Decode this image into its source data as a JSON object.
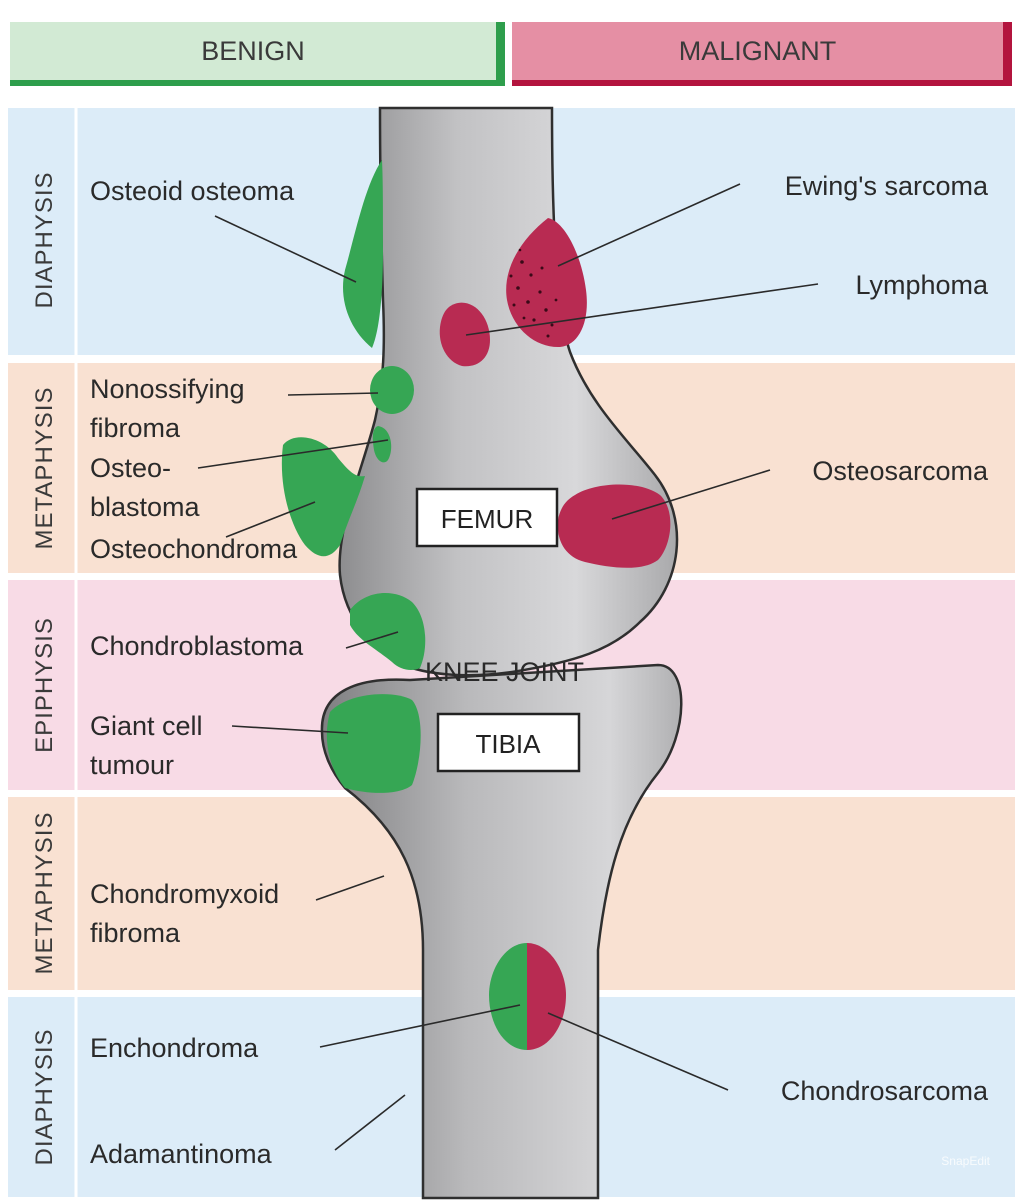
{
  "header": {
    "benign": "BENIGN",
    "malignant": "MALIGNANT"
  },
  "zones": [
    {
      "label": "DIAPHYSIS",
      "color": "#dcecf8"
    },
    {
      "label": "METAPHYSIS",
      "color": "#f9e1d2"
    },
    {
      "label": "EPIPHYSIS",
      "color": "#f8dbe6"
    },
    {
      "label": "METAPHYSIS",
      "color": "#f9e1d2"
    },
    {
      "label": "DIAPHYSIS",
      "color": "#dcecf8"
    }
  ],
  "bones": {
    "femur": "FEMUR",
    "tibia": "TIBIA",
    "knee_joint": "KNEE JOINT"
  },
  "benign_tumours": {
    "osteoid_osteoma": "Osteoid osteoma",
    "nonossifying_line1": "Nonossifying",
    "nonossifying_line2": "fibroma",
    "osteoblastoma_line1": "Osteo-",
    "osteoblastoma_line2": "blastoma",
    "osteochondroma": "Osteochondroma",
    "chondroblastoma": "Chondroblastoma",
    "giant_cell_line1": "Giant cell",
    "giant_cell_line2": "tumour",
    "chondromyxoid_line1": "Chondromyxoid",
    "chondromyxoid_line2": "fibroma",
    "enchondroma": "Enchondroma",
    "adamantinoma": "Adamantinoma"
  },
  "malignant_tumours": {
    "ewings_sarcoma": "Ewing's sarcoma",
    "lymphoma": "Lymphoma",
    "osteosarcoma": "Osteosarcoma",
    "chondrosarcoma": "Chondrosarcoma"
  },
  "watermark": "SnapEdit",
  "colors": {
    "benign": "#2e9e4c",
    "malignant": "#b3143e",
    "bone": "#bdbdbf"
  }
}
